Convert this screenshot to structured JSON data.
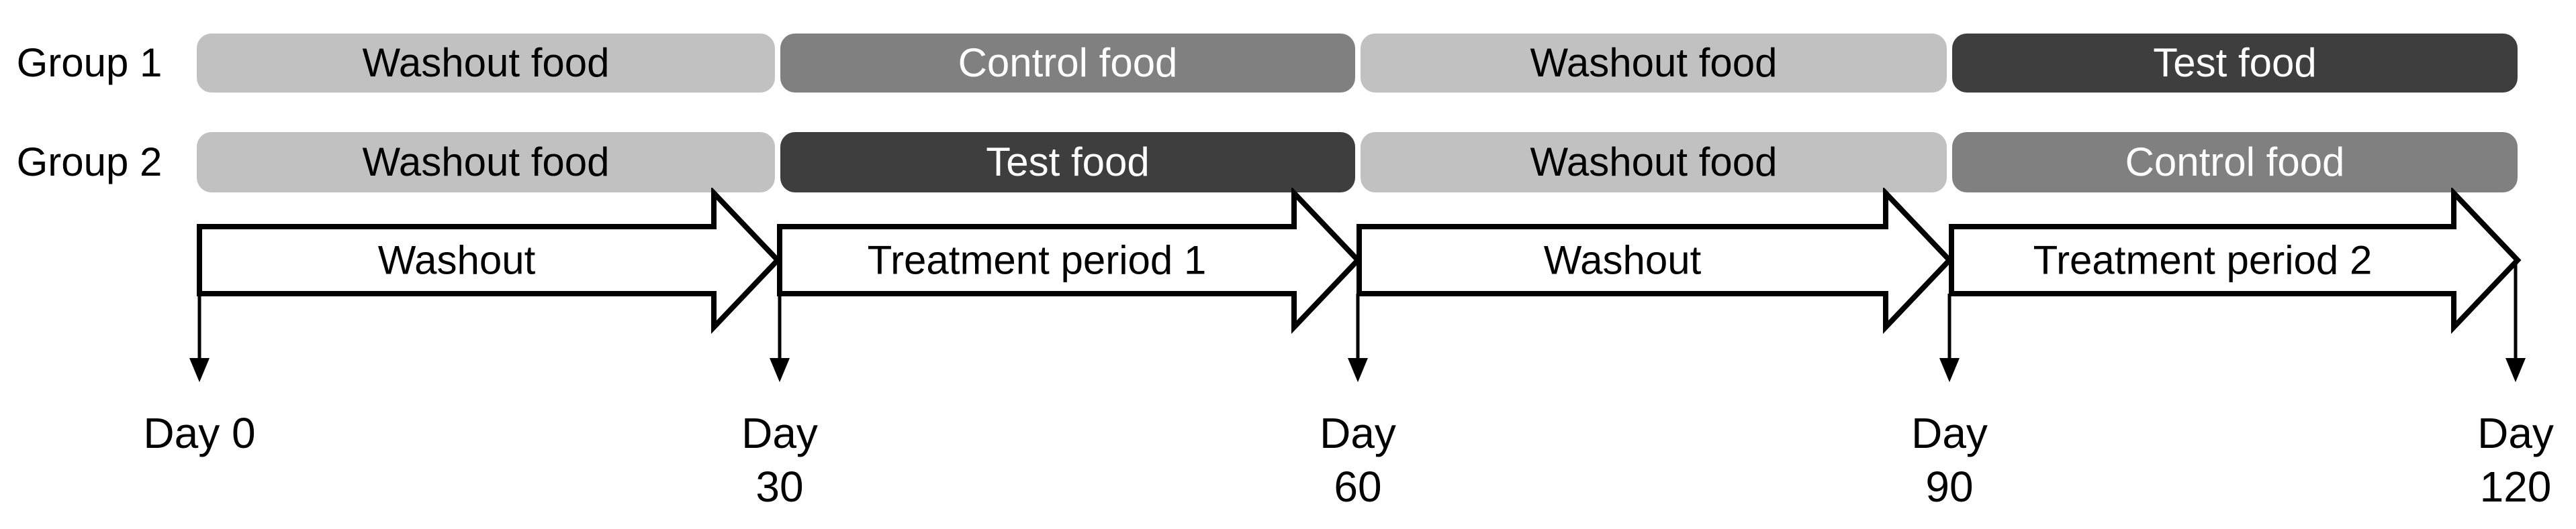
{
  "figure": {
    "groups": [
      {
        "label": "Group 1",
        "segments": [
          {
            "label": "Washout food",
            "type": "washout"
          },
          {
            "label": "Control food",
            "type": "control"
          },
          {
            "label": "Washout food",
            "type": "washout"
          },
          {
            "label": "Test food",
            "type": "test"
          }
        ]
      },
      {
        "label": "Group 2",
        "segments": [
          {
            "label": "Washout food",
            "type": "washout"
          },
          {
            "label": "Test food",
            "type": "test"
          },
          {
            "label": "Washout food",
            "type": "washout"
          },
          {
            "label": "Control food",
            "type": "control"
          }
        ]
      }
    ],
    "periods": [
      {
        "label": "Washout"
      },
      {
        "label": "Treatment period 1"
      },
      {
        "label": "Washout"
      },
      {
        "label": "Treatment period 2"
      }
    ],
    "days": [
      {
        "line1": "Day 0",
        "line2": ""
      },
      {
        "line1": "Day",
        "line2": "30"
      },
      {
        "line1": "Day",
        "line2": "60"
      },
      {
        "line1": "Day",
        "line2": "90"
      },
      {
        "line1": "Day",
        "line2": "120"
      }
    ],
    "colors": {
      "washout": "#c1c1c1",
      "control": "#808080",
      "test": "#3e3e3e",
      "washout_text": "#000000",
      "control_text": "#ffffff",
      "test_text": "#ffffff"
    }
  }
}
